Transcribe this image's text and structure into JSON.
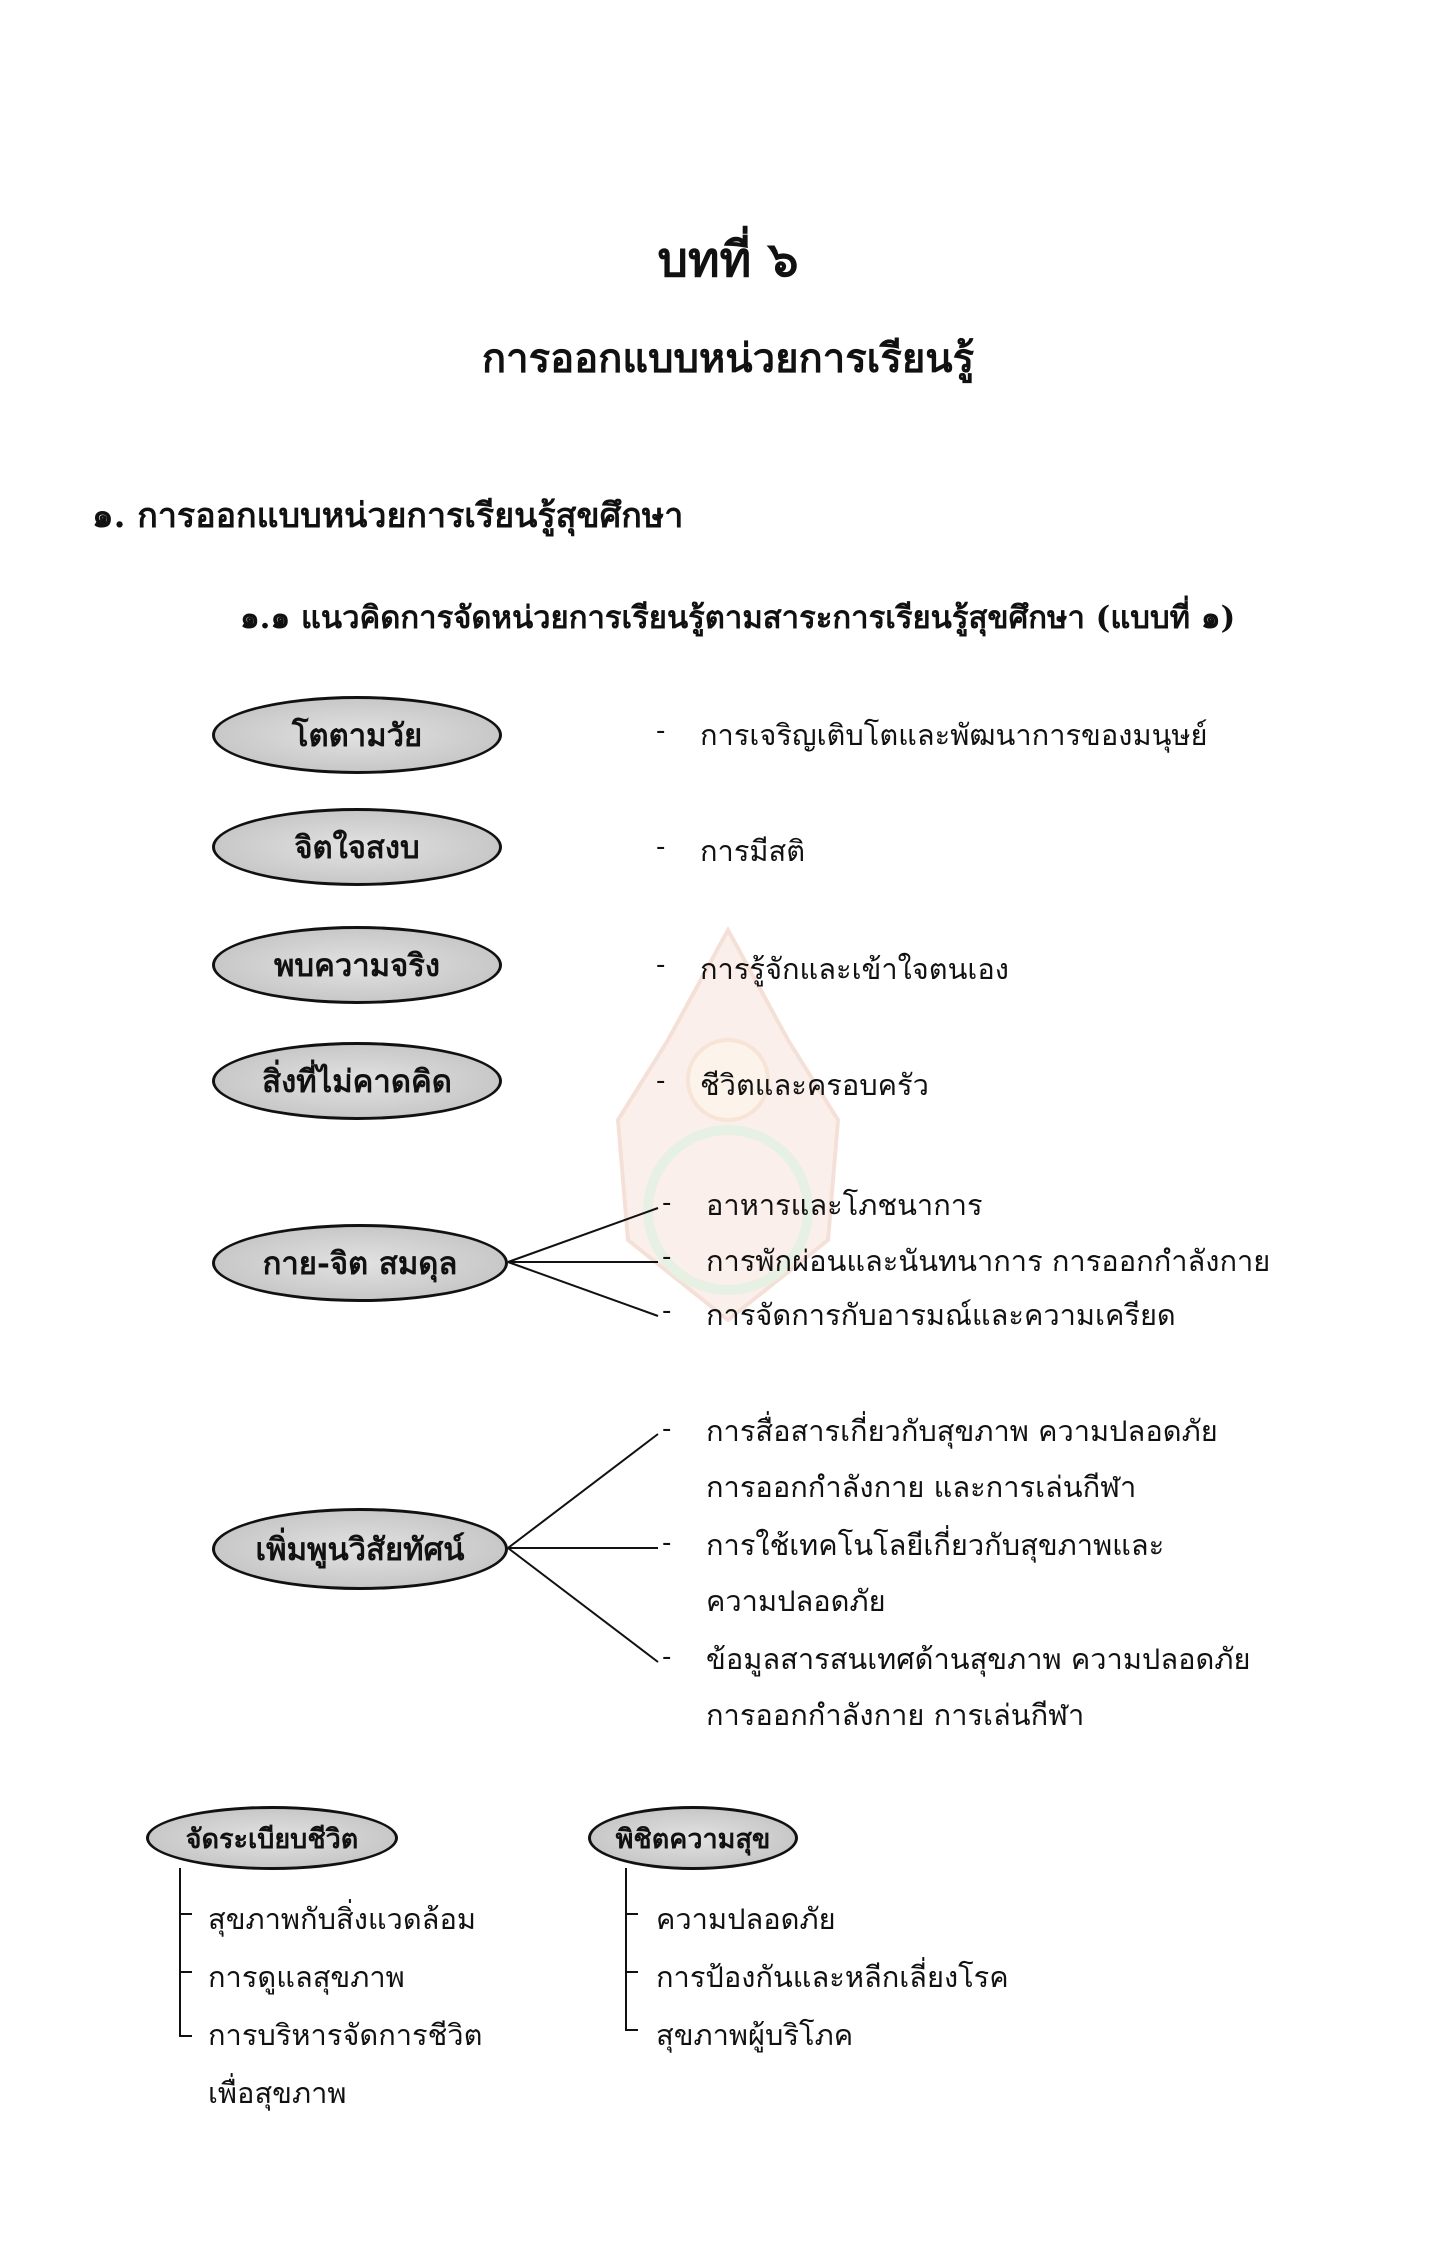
{
  "chapter": {
    "title": "บทที่ ๖",
    "subtitle": "การออกแบบหน่วยการเรียนรู้"
  },
  "section": {
    "heading": "๑. การออกแบบหน่วยการเรียนรู้สุขศึกษา"
  },
  "subsection": {
    "heading": "๑.๑ แนวคิดการจัดหน่วยการเรียนรู้ตามสาระการเรียนรู้สุขศึกษา (แบบที่ ๑)"
  },
  "units": [
    {
      "label": "โตตามวัย",
      "topics": [
        "การเจริญเติบโตและพัฒนาการของมนุษย์"
      ]
    },
    {
      "label": "จิตใจสงบ",
      "topics": [
        "การมีสติ"
      ]
    },
    {
      "label": "พบความจริง",
      "topics": [
        "การรู้จักและเข้าใจตนเอง"
      ]
    },
    {
      "label": "สิ่งที่ไม่คาดคิด",
      "topics": [
        "ชีวิตและครอบครัว"
      ]
    },
    {
      "label": "กาย-จิต สมดุล",
      "topics": [
        "อาหารและโภชนาการ",
        "การพักผ่อนและนันทนาการ การออกกำลังกาย",
        "การจัดการกับอารมณ์และความเครียด"
      ]
    },
    {
      "label": "เพิ่มพูนวิสัยทัศน์",
      "topics": [
        [
          "การสื่อสารเกี่ยวกับสุขภาพ ความปลอดภัย",
          "การออกกำลังกาย และการเล่นกีฬา"
        ],
        [
          "การใช้เทคโนโลยีเกี่ยวกับสุขภาพและ",
          "ความปลอดภัย"
        ],
        [
          "ข้อมูลสารสนเทศด้านสุขภาพ ความปลอดภัย",
          "การออกกำลังกาย การเล่นกีฬา"
        ]
      ]
    }
  ],
  "bottom_units": [
    {
      "label": "จัดระเบียบชีวิต",
      "topics": [
        "สุขภาพกับสิ่งแวดล้อม",
        "การดูแลสุขภาพ",
        "การบริหารจัดการชีวิต",
        "เพื่อสุขภาพ"
      ]
    },
    {
      "label": "พิชิตความสุข",
      "topics": [
        "ความปลอดภัย",
        "การป้องกันและหลีกเลี่ยงโรค",
        "สุขภาพผู้บริโภค"
      ]
    }
  ],
  "dash": "-"
}
